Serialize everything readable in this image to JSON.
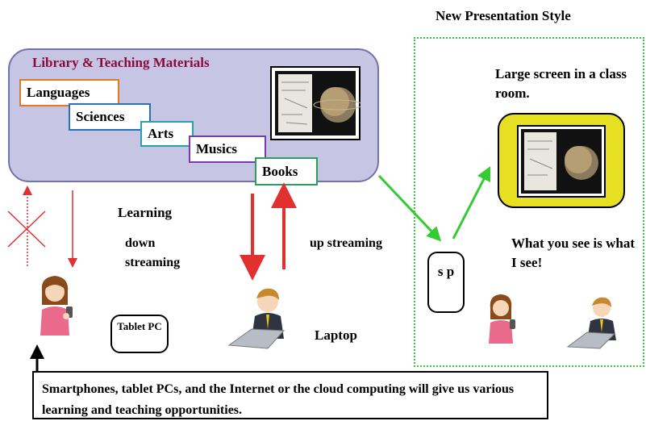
{
  "library": {
    "title": "Library & Teaching Materials",
    "categories": [
      "Languages",
      "Sciences",
      "Arts",
      "Musics",
      "Books"
    ]
  },
  "new_style": {
    "title": "New Presentation Style",
    "large_screen_text": "Large screen in a class room.",
    "wysiwis_text": "What you see is what I see!",
    "sp_label": "s p"
  },
  "flow": {
    "learning": "Learning",
    "down_streaming": "down streaming",
    "up_streaming": "up streaming"
  },
  "devices": {
    "tablet": "Tablet PC",
    "laptop": "Laptop"
  },
  "caption": "Smartphones, tablet PCs, and the Internet or the cloud computing will give us various learning and teaching opportunities."
}
